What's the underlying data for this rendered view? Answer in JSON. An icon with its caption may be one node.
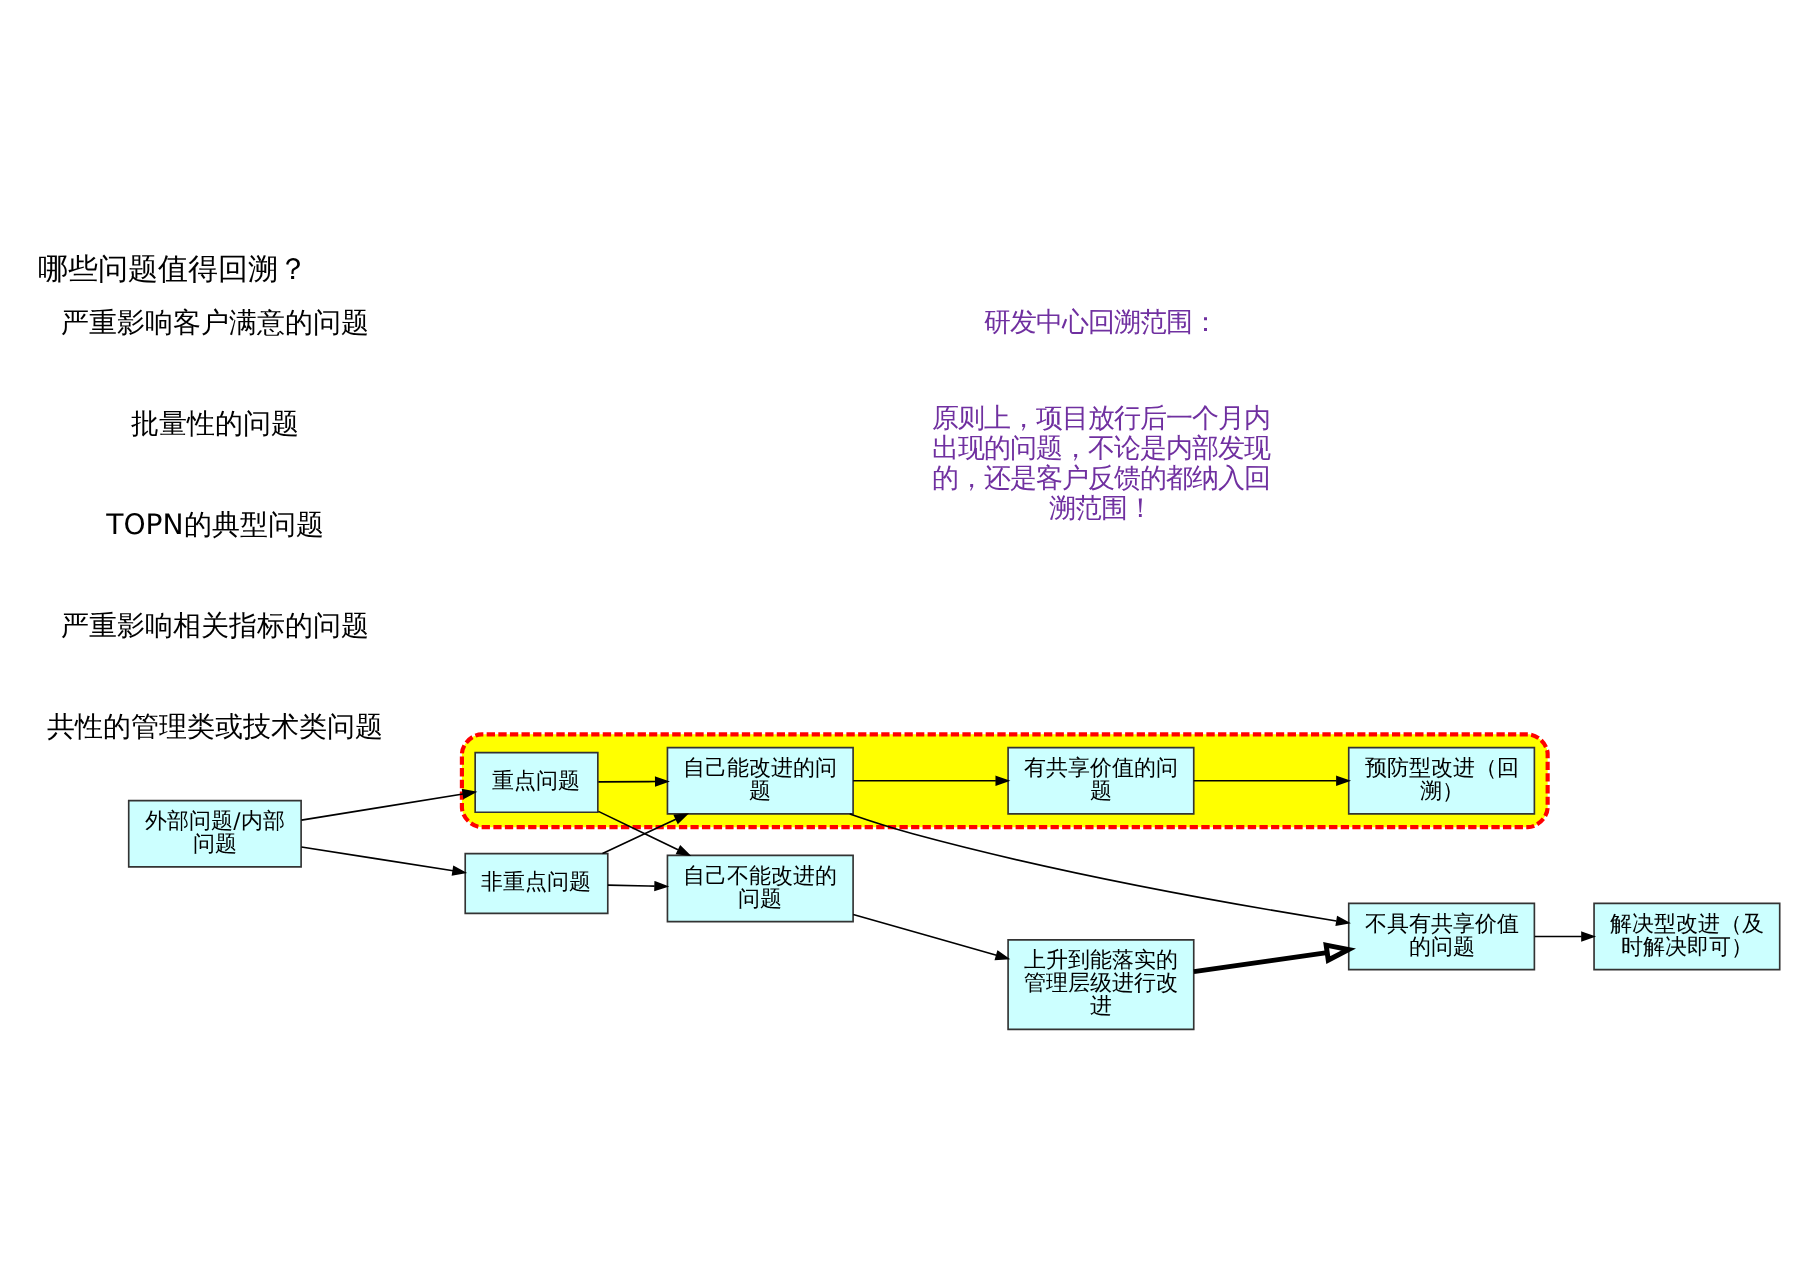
{
  "diagram": {
    "title": "哪些问题值得回溯？",
    "nodes": [
      {
        "text": [
          "外部问题/内部问题"
        ]
      },
      {
        "text": [
          "非重点问题"
        ]
      },
      {
        "text": [],
        "shape": "blob"
      },
      {
        "text": [
          "重点问题"
        ],
        "in": 2
      },
      {
        "text": [
          "自己不能改进的问题"
        ]
      },
      {
        "text": [
          "自己能改进的问题"
        ],
        "in": 2
      },
      {
        "text": [
          "上升到能落实的管理层级进行改进"
        ]
      },
      {
        "text": [
          "不具有共享价值的问题"
        ]
      },
      {
        "text": [
          "解决型改进（及时解决即可）"
        ]
      },
      {
        "text": [
          "有共享价值的问题"
        ],
        "in": 2
      },
      {
        "text": [
          "预防型改进（回溯）"
        ],
        "in": 2
      }
    ],
    "edges": [
      {
        "from": 0,
        "to": 1,
        "arrow": "to"
      },
      {
        "from": 0,
        "to": 3,
        "arrow": "to"
      },
      {
        "from": 1,
        "to": 4,
        "arrow": "to"
      },
      {
        "from": 1,
        "to": 5,
        "arrow": "to"
      },
      {
        "from": 3,
        "to": 4,
        "arrow": "to"
      },
      {
        "from": 3,
        "to": 5,
        "arrow": "to"
      },
      {
        "from": 4,
        "to": 6,
        "arrow": "to"
      },
      {
        "from": 6,
        "to": 7,
        "arrow": "to",
        "style": "thick"
      },
      {
        "from": 5,
        "to": 7,
        "arrow": "to"
      },
      {
        "from": 5,
        "to": 9,
        "arrow": "to"
      },
      {
        "from": 7,
        "to": 8,
        "arrow": "to"
      },
      {
        "from": 9,
        "to": 10,
        "arrow": "to"
      }
    ],
    "labels": [
      "严重影响客户满意的问题",
      "批量性的问题",
      "TOPN的典型问题",
      "严重影响相关指标的问题",
      "共性的管理类或技术类问题",
      "研发中心回溯范围：",
      "原则上，项目放行后一个月内出现的问题，不论是内部发现的，还是客户反馈的都纳入回溯范围！"
    ]
  }
}
